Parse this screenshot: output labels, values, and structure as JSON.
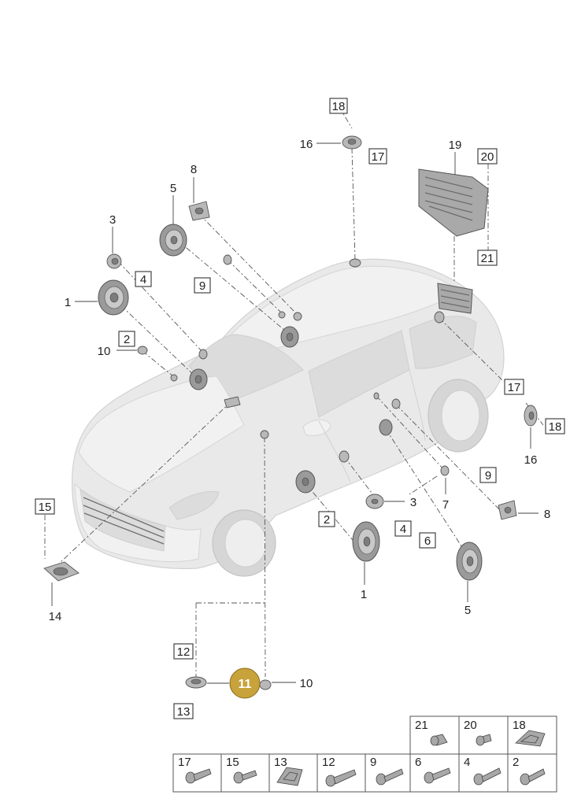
{
  "diagram": {
    "highlight_color": "#c8a23a",
    "highlight_label": "11",
    "callouts": {
      "c18_top": "18",
      "c16_top": "16",
      "c17_top": "17",
      "c19": "19",
      "c20": "20",
      "c21": "21",
      "c8_top": "8",
      "c5_top": "5",
      "c9_top": "9",
      "c3_top": "3",
      "c4_top": "4",
      "c1_top": "1",
      "c2_top": "2",
      "c10_top": "10",
      "c17_right": "17",
      "c18_right": "18",
      "c16_right": "16",
      "c9_right": "9",
      "c8_right": "8",
      "c3_right": "3",
      "c7_right": "7",
      "c4_right": "4",
      "c2_mid": "2",
      "c6_right": "6",
      "c1_bottom": "1",
      "c5_bottom": "5",
      "c15": "15",
      "c14": "14",
      "c12": "12",
      "c13": "13",
      "c10_bottom": "10"
    }
  },
  "legend": {
    "top_row": [
      "21",
      "20",
      "18"
    ],
    "bottom_row": [
      "17",
      "15",
      "13",
      "12",
      "9",
      "6",
      "4",
      "2"
    ]
  }
}
